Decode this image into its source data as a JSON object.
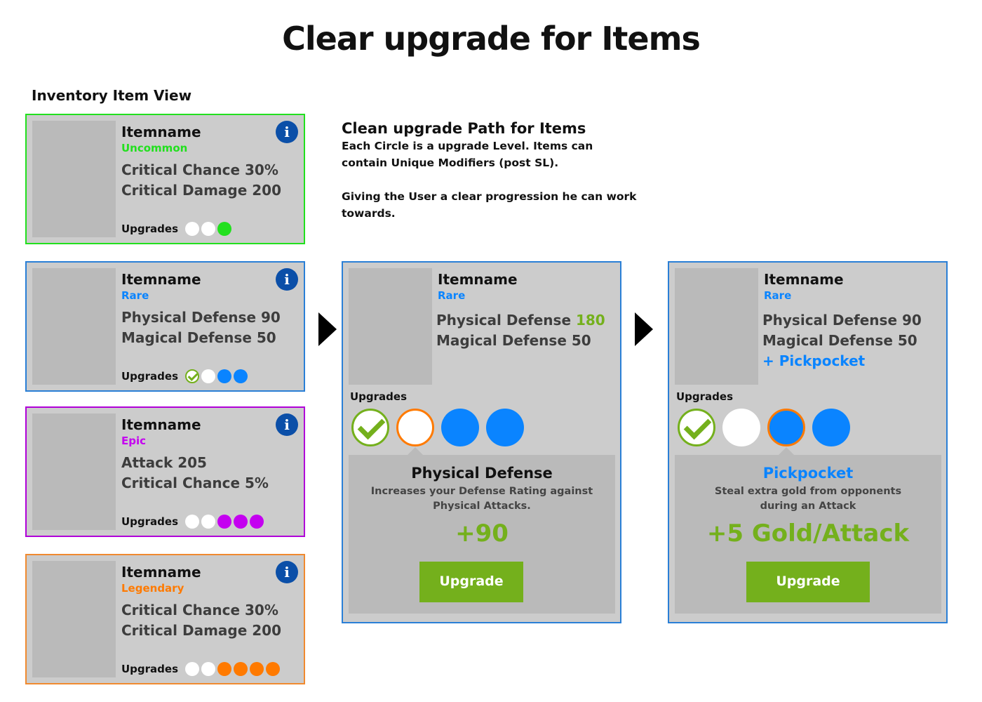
{
  "title": "Clear upgrade for Items",
  "inventory_label": "Inventory Item View",
  "description": {
    "heading": "Clean upgrade Path for Items",
    "line1": "Each Circle is a upgrade Level. Items can",
    "line2": "contain Unique Modifiers (post SL).",
    "line3": "Giving the User a clear progression he can work",
    "line4": "towards."
  },
  "colors": {
    "uncommon": "#22e01e",
    "rare": "#0a84ff",
    "epic": "#c400f0",
    "legendary": "#ff7a00",
    "upgrade_green": "#74b01c",
    "info_blue": "#0b4fa8"
  },
  "items": [
    {
      "name": "Itemname",
      "rarity": "Uncommon",
      "stat1": "Critical Chance 30%",
      "stat2": "Critical Damage 200",
      "upgrades_label": "Upgrades",
      "info_icon": "i"
    },
    {
      "name": "Itemname",
      "rarity": "Rare",
      "stat1": "Physical Defense 90",
      "stat2": "Magical Defense 50",
      "upgrades_label": "Upgrades",
      "info_icon": "i"
    },
    {
      "name": "Itemname",
      "rarity": "Epic",
      "stat1": "Attack 205",
      "stat2": "Critical Chance 5%",
      "upgrades_label": "Upgrades",
      "info_icon": "i"
    },
    {
      "name": "Itemname",
      "rarity": "Legendary",
      "stat1": "Critical Chance 30%",
      "stat2": "Critical Damage 200",
      "upgrades_label": "Upgrades",
      "info_icon": "i"
    }
  ],
  "detail_a": {
    "name": "Itemname",
    "rarity": "Rare",
    "stat1_label": "Physical Defense ",
    "stat1_value": "180",
    "stat2": "Magical Defense 50",
    "upgrades_label": "Upgrades",
    "panel_title": "Physical Defense",
    "panel_desc": "Increases your Defense Rating against Physical Attacks.",
    "panel_value": "+90",
    "button": "Upgrade"
  },
  "detail_b": {
    "name": "Itemname",
    "rarity": "Rare",
    "stat1": "Physical Defense 90",
    "stat2": "Magical Defense 50",
    "stat3": "+ Pickpocket",
    "upgrades_label": "Upgrades",
    "panel_title": "Pickpocket",
    "panel_desc": "Steal extra gold from opponents during an Attack",
    "panel_value": "+5 Gold/Attack",
    "button": "Upgrade"
  }
}
